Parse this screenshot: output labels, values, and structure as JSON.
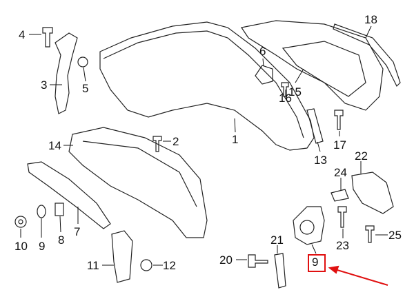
{
  "diagram": {
    "labels": {
      "p1": "1",
      "p2": "2",
      "p3": "3",
      "p4": "4",
      "p5": "5",
      "p6": "6",
      "p7": "7",
      "p8": "8",
      "p9a": "9",
      "p9b": "9",
      "p10": "10",
      "p11": "11",
      "p12": "12",
      "p13": "13",
      "p14": "14",
      "p15": "15",
      "p16": "16",
      "p17": "17",
      "p18": "18",
      "p20": "20",
      "p21": "21",
      "p22": "22",
      "p23": "23",
      "p24": "24",
      "p25": "25"
    },
    "highlight": {
      "part": "9",
      "color": "#e01010"
    }
  }
}
